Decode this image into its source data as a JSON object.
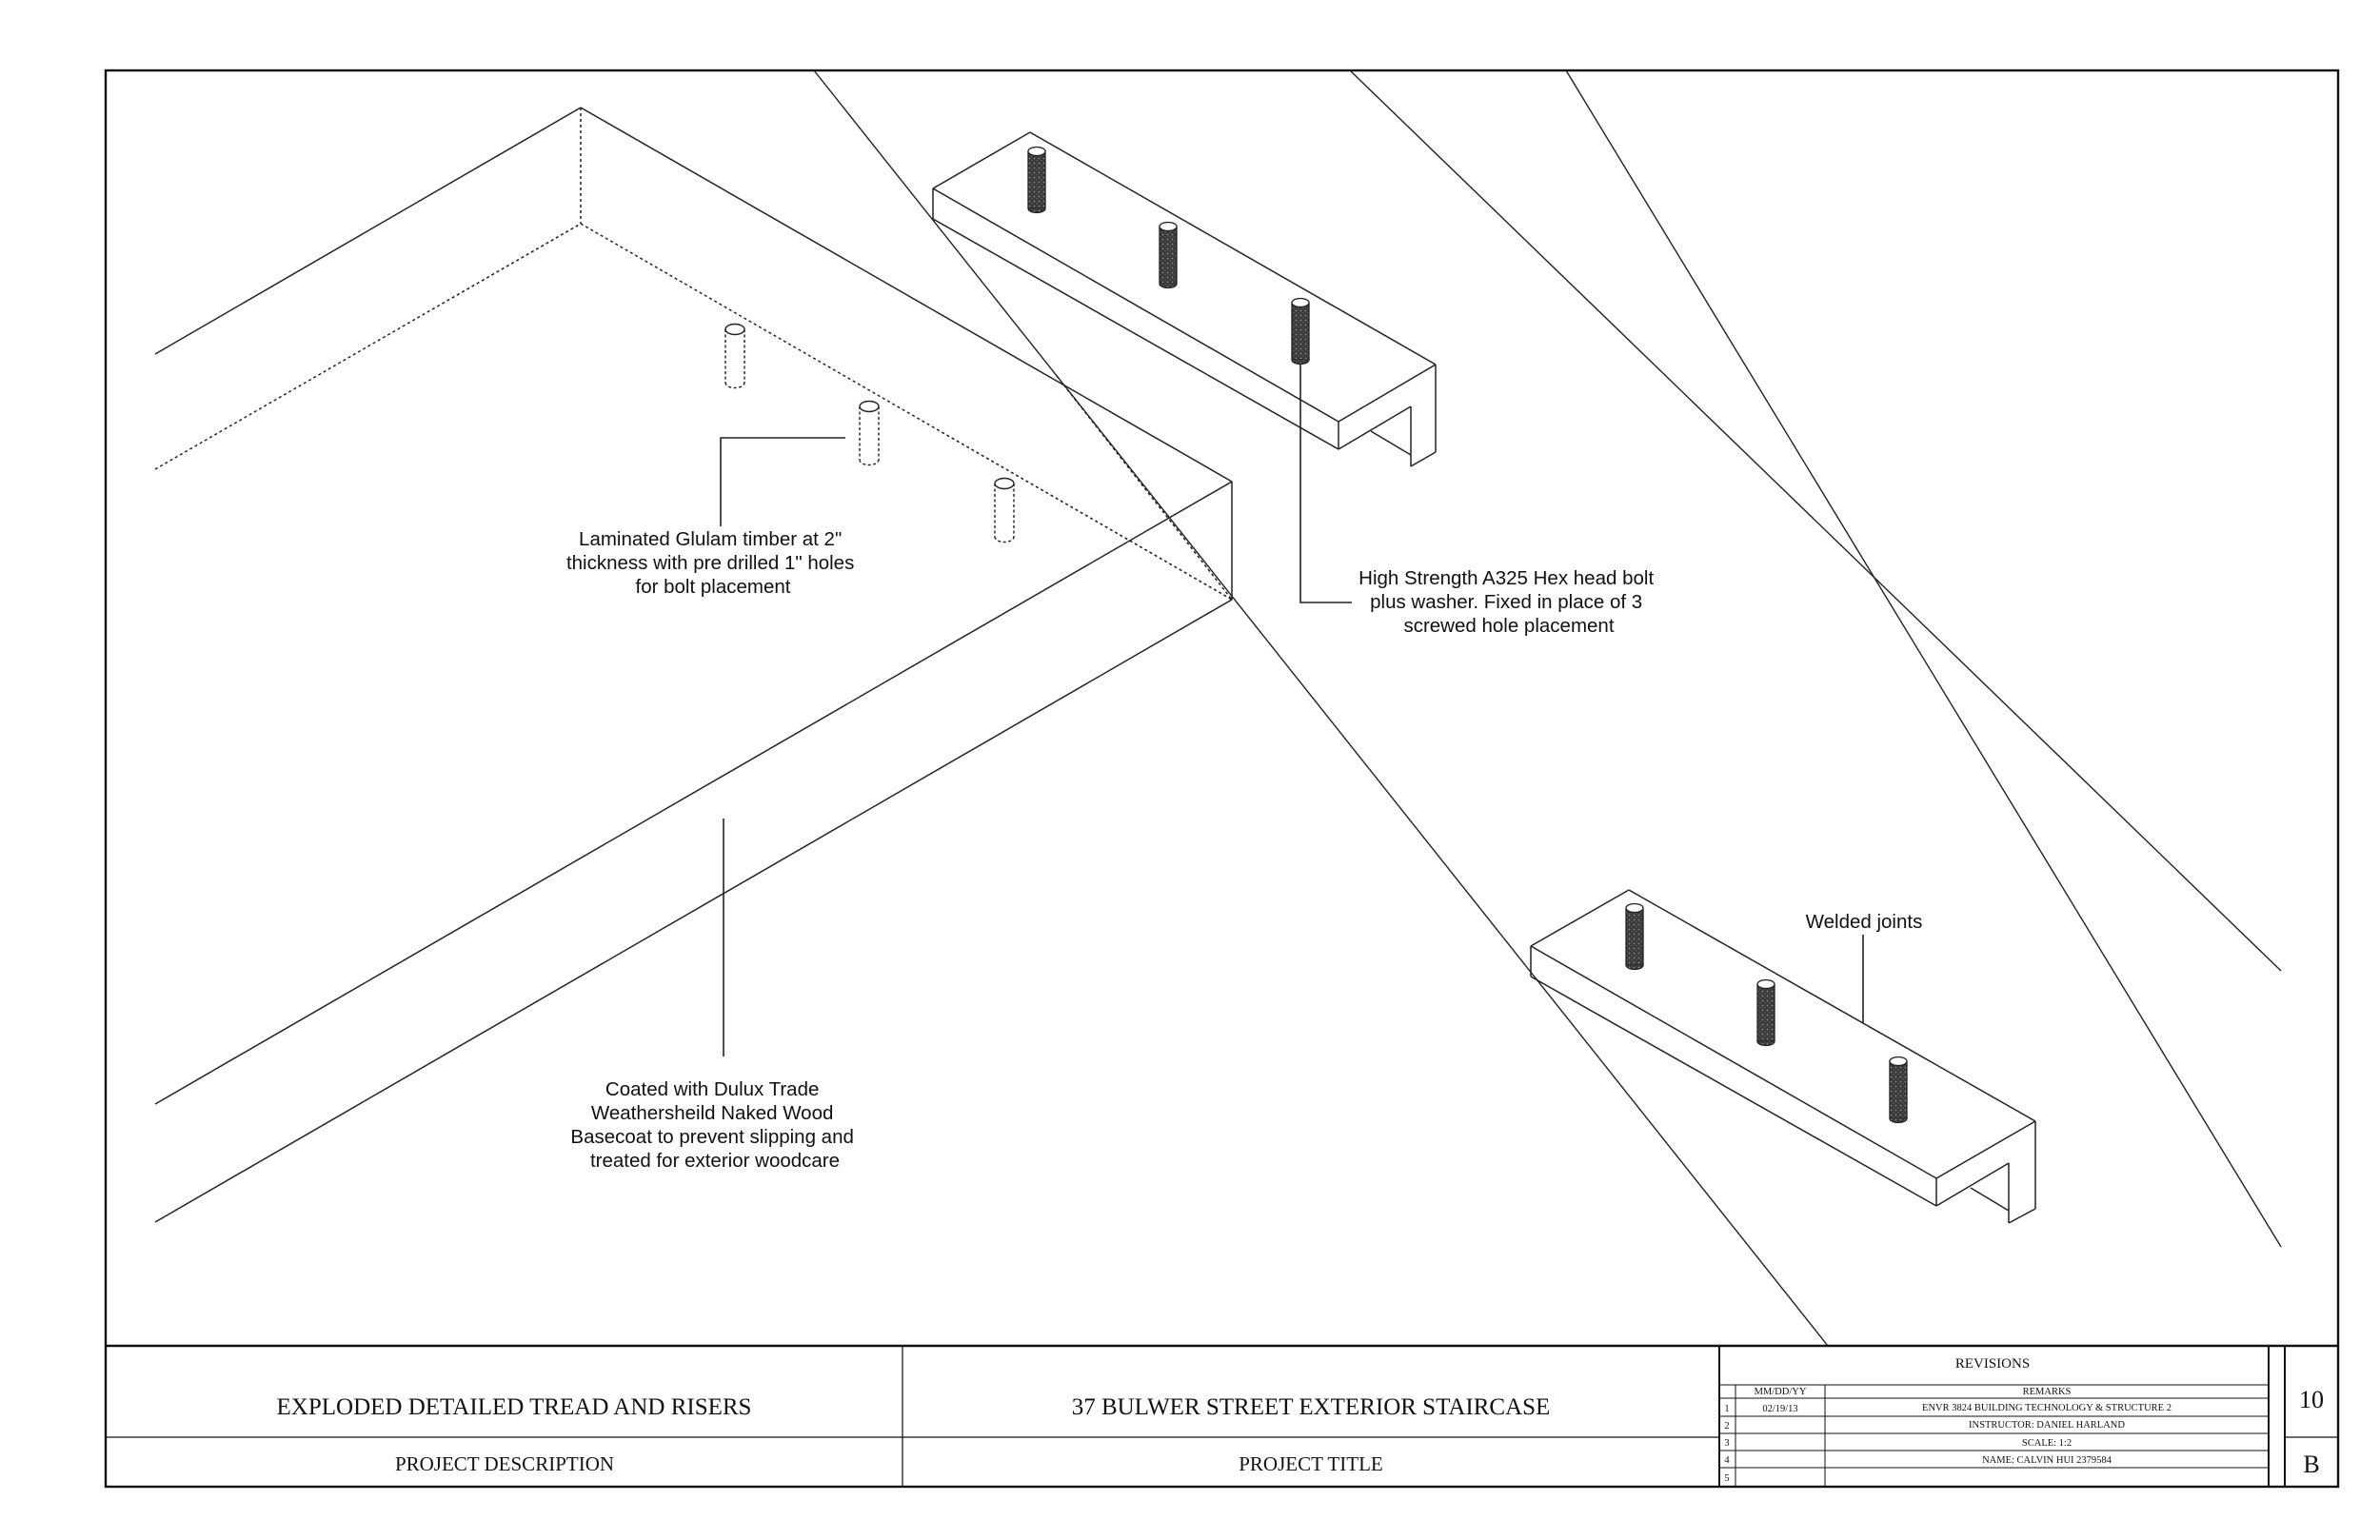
{
  "drawing": {
    "annotations": {
      "glulam": [
        "Laminated Glulam timber at 2\"",
        "thickness with pre drilled 1\" holes",
        "for bolt placement"
      ],
      "bolt": [
        "High Strength A325 Hex head bolt",
        "plus washer. Fixed in place of 3",
        "screwed hole placement"
      ],
      "welded": [
        "Welded joints"
      ],
      "coating": [
        "Coated with Dulux Trade",
        "Weathersheild Naked Wood",
        "Basecoat to prevent slipping and",
        "treated for exterior woodcare"
      ]
    }
  },
  "title_block": {
    "project_description": "EXPLODED DETAILED TREAD AND RISERS",
    "project_description_label": "PROJECT DESCRIPTION",
    "project_title": "37 BULWER STREET EXTERIOR STAIRCASE",
    "project_title_label": "PROJECT TITLE",
    "revisions": {
      "heading": "REVISIONS",
      "date_header": "MM/DD/YY",
      "remarks_header": "REMARKS",
      "rows": [
        {
          "num": "1",
          "date": "02/19/13",
          "remark": "ENVR 3824 BUILDING TECHNOLOGY & STRUCTURE 2"
        },
        {
          "num": "2",
          "date": "",
          "remark": "INSTRUCTOR: DANIEL HARLAND"
        },
        {
          "num": "3",
          "date": "",
          "remark": "SCALE: 1:2"
        },
        {
          "num": "4",
          "date": "",
          "remark": "NAME: CALVIN HUI 2379584"
        },
        {
          "num": "5",
          "date": "",
          "remark": ""
        }
      ]
    },
    "sheet_number": "10",
    "sheet_letter": "B"
  }
}
